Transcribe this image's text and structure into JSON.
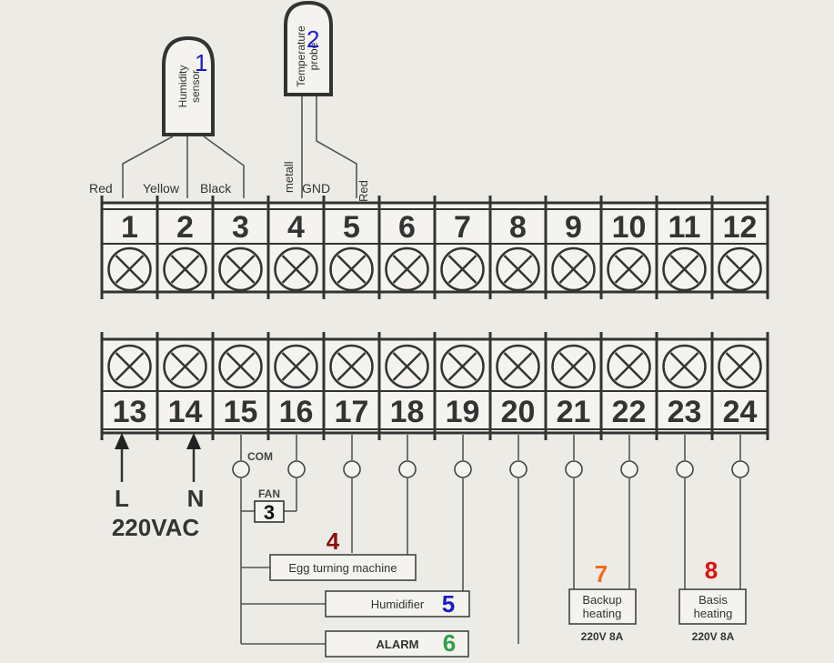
{
  "colors": {
    "background": "#ecebe6",
    "ink": "#333333",
    "blue": "#1a1acc",
    "darkred": "#8b1010",
    "green": "#2ea04a",
    "orange": "#f26a1b",
    "red": "#e01010"
  },
  "sensors": {
    "humidity": {
      "label_line1": "Humidity",
      "label_line2": "sensor",
      "number": "1"
    },
    "temperature": {
      "label_line1": "Temperature",
      "label_line2": "probe",
      "number": "2"
    }
  },
  "wire_labels": {
    "red": "Red",
    "yellow": "Yellow",
    "black": "Black",
    "metall": "metall",
    "gnd": "GND",
    "red2": "Red"
  },
  "top_terminals": [
    "1",
    "2",
    "3",
    "4",
    "5",
    "6",
    "7",
    "8",
    "9",
    "10",
    "11",
    "12"
  ],
  "bottom_terminals": [
    "13",
    "14",
    "15",
    "16",
    "17",
    "18",
    "19",
    "20",
    "21",
    "22",
    "23",
    "24"
  ],
  "power": {
    "l": "L",
    "n": "N",
    "voltage": "220VAC"
  },
  "com_label": "COM",
  "fan": {
    "label": "FAN",
    "number": "3"
  },
  "outputs": [
    {
      "label": "Egg turning machine",
      "number": "4"
    },
    {
      "label": "Humidifier",
      "number": "5"
    },
    {
      "label": "ALARM",
      "number": "6"
    }
  ],
  "heaters": [
    {
      "line1": "Backup",
      "line2": "heating",
      "rating": "220V 8A",
      "number": "7"
    },
    {
      "line1": "Basis",
      "line2": "heating",
      "rating": "220V 8A",
      "number": "8"
    }
  ]
}
